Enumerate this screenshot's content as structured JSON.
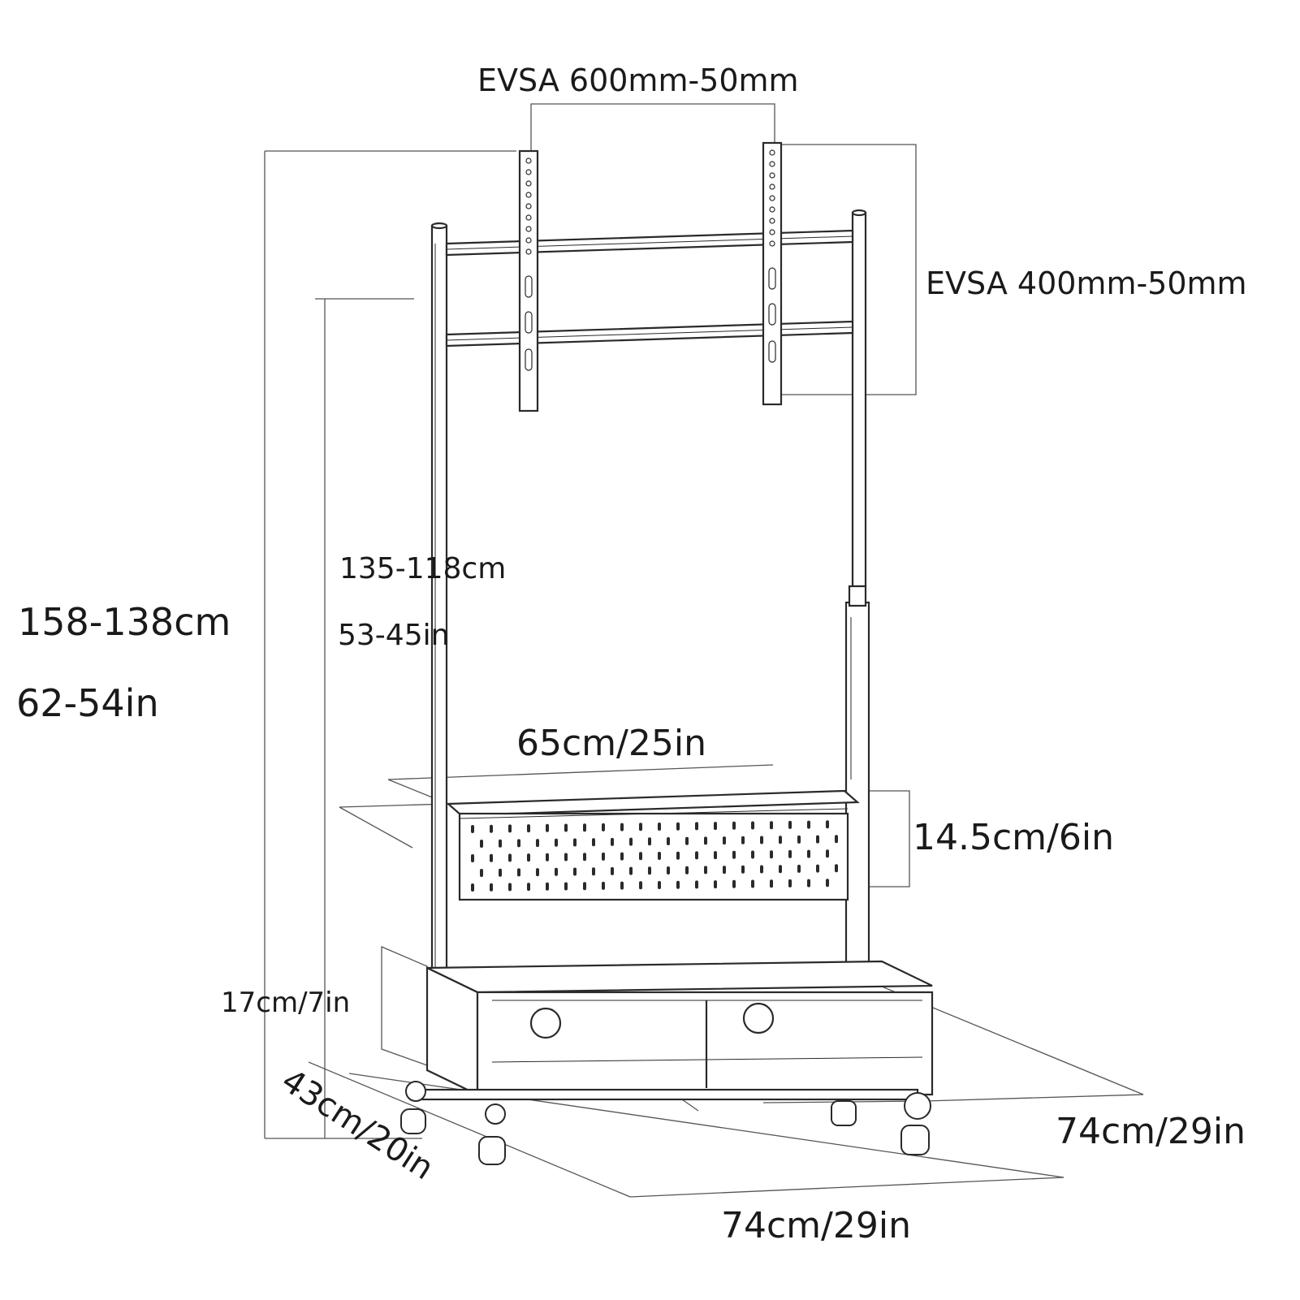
{
  "labels": {
    "vesa_horizontal": "EVSA 600mm-50mm",
    "vesa_vertical": "EVSA 400mm-50mm",
    "total_height_cm": "158-138cm",
    "total_height_in": "62-54in",
    "mount_height_cm": "135-118cm",
    "mount_height_in": "53-45in",
    "shelf_width": "65cm/25in",
    "shelf_height": "14.5cm/6in",
    "cabinet_height": "17cm/7in",
    "depth": "43cm/20in",
    "width_right": "74cm/29in",
    "width_bottom": "74cm/29in"
  },
  "colors": {
    "stroke": "#2a2a2a",
    "thin_line": "#555555",
    "text": "#1a1a1a"
  }
}
